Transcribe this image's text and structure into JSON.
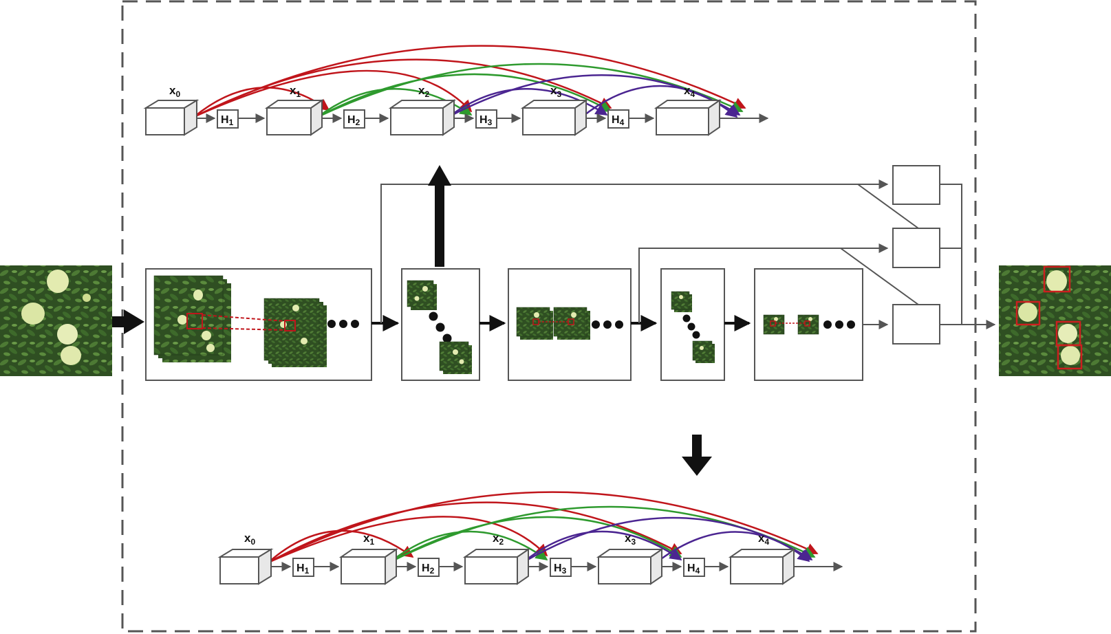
{
  "colors": {
    "red": "#c0151b",
    "green": "#2e9a2e",
    "purple": "#4b2591",
    "gray_line": "#555555",
    "dashed_border": "#555555",
    "foliage": "#2f4f22",
    "fruit": "#e3ebb0",
    "bbox": "#cc1f1f"
  },
  "dense_block_top": {
    "layers": [
      {
        "name": "x",
        "sub": "0"
      },
      {
        "name": "x",
        "sub": "1"
      },
      {
        "name": "x",
        "sub": "2"
      },
      {
        "name": "x",
        "sub": "3"
      },
      {
        "name": "x",
        "sub": "4"
      }
    ],
    "transitions": [
      {
        "name": "H",
        "sub": "1"
      },
      {
        "name": "H",
        "sub": "2"
      },
      {
        "name": "H",
        "sub": "3"
      },
      {
        "name": "H",
        "sub": "4"
      }
    ]
  },
  "dense_block_bottom": {
    "layers": [
      {
        "name": "x",
        "sub": "0"
      },
      {
        "name": "x",
        "sub": "1"
      },
      {
        "name": "x",
        "sub": "2"
      },
      {
        "name": "x",
        "sub": "3"
      },
      {
        "name": "x",
        "sub": "4"
      }
    ],
    "transitions": [
      {
        "name": "H",
        "sub": "1"
      },
      {
        "name": "H",
        "sub": "2"
      },
      {
        "name": "H",
        "sub": "3"
      },
      {
        "name": "H",
        "sub": "4"
      }
    ]
  },
  "icons": {
    "input_image": "fruit-tree-photo-icon",
    "output_image": "detection-result-photo-icon",
    "ellipsis": "ellipsis-dots-icon"
  }
}
